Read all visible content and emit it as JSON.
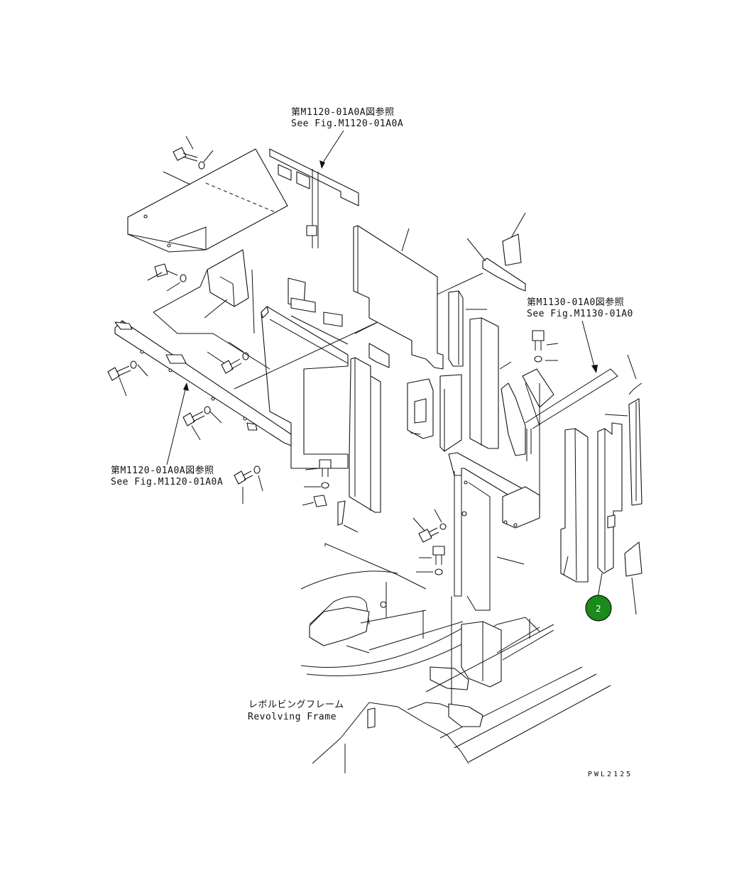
{
  "references": {
    "top_ref_jp": "第M1120-01A0A図参照",
    "top_ref_en": "See Fig.M1120-01A0A",
    "right_ref_jp": "第M1130-01A0図参照",
    "right_ref_en": "See Fig.M1130-01A0",
    "left_ref_jp": "第M1120-01A0A図参照",
    "left_ref_en": "See Fig.M1120-01A0A",
    "frame_jp": "レボルビングフレーム",
    "frame_en": "Revolving Frame"
  },
  "callouts": [
    {
      "number": "2",
      "color": "#1a8a1a"
    }
  ],
  "drawing_code": "PWL2125"
}
